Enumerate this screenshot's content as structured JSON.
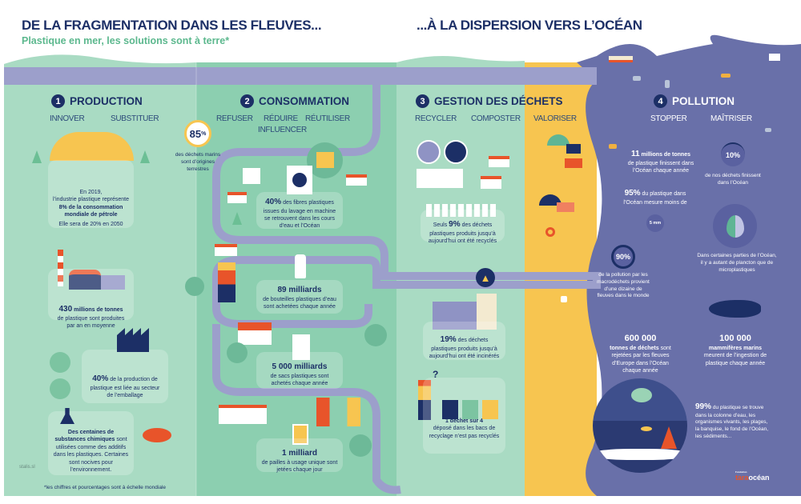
{
  "header": {
    "title_left": "DE LA FRAGMENTATION DANS LES FLEUVES...",
    "subtitle": "Plastique en mer, les solutions sont à terre*",
    "title_right": "...À LA DISPERSION VERS L’OCÉAN"
  },
  "sections": [
    {
      "num": "1",
      "title": "PRODUCTION",
      "verbs": [
        "INNOVER",
        "SUBSTITUER"
      ]
    },
    {
      "num": "2",
      "title": "CONSOMMATION",
      "verbs": [
        "REFUSER",
        "RÉDUIRE",
        "RÉUTILISER",
        "INFLUENCER"
      ]
    },
    {
      "num": "3",
      "title": "GESTION DES DÉCHETS",
      "verbs": [
        "RECYCLER",
        "COMPOSTER",
        "VALORISER"
      ]
    },
    {
      "num": "4",
      "title": "POLLUTION",
      "verbs": [
        "STOPPER",
        "MAÎTRISER"
      ]
    }
  ],
  "production": {
    "oil": {
      "l1": "En 2019,",
      "l2": "l’industrie plastique représente",
      "bold": "8% de la consommation mondiale de pétrole",
      "l3": "Elle sera de 20% en 2050"
    },
    "tons": {
      "bold": "430",
      "bold2": "millions de tonnes",
      "rest": "de plastique sont produites par an en moyenne"
    },
    "pack": {
      "bold": "40%",
      "rest": "de la production de plastique est liée au secteur de l’emballage"
    },
    "chem": {
      "bold": "Des centaines de substances chimiques",
      "rest": "sont utilisées comme des additifs dans les plastiques. Certaines sont nocives pour l’environnement."
    },
    "credit": "stalis.sl",
    "footnote": "*les chiffres et pourcentages sont à échelle mondiale"
  },
  "consommation": {
    "ring": {
      "value": "85",
      "unit": "%",
      "text": "des déchets marins sont d’origines terrestres",
      "fraction": 0.85
    },
    "fibres": {
      "bold": "40%",
      "rest": "des fibres plastiques issues du lavage en machine se retrouvent dans les cours d’eau et l’Océan"
    },
    "bottles": {
      "bold": "89 milliards",
      "rest": "de bouteilles plastiques d’eau sont achetées chaque année"
    },
    "bags": {
      "bold": "5 000 milliards",
      "rest": "de sacs plastiques sont achetés chaque année"
    },
    "straws": {
      "bold": "1 milliard",
      "rest": "de pailles à usage unique sont jetées chaque jour"
    }
  },
  "gestion": {
    "recycled": {
      "pre": "Seuls",
      "bold": "9%",
      "rest": "des déchets plastiques produits jusqu’à aujourd’hui ont été recyclés"
    },
    "incinerated": {
      "bold": "19%",
      "rest": "des déchets plastiques produits jusqu’à aujourd’hui ont été incinérés"
    },
    "bins": {
      "bold": "1 déchet sur 4",
      "rest": "déposé dans les bacs de recyclage n’est pas recyclés",
      "question": "?"
    }
  },
  "pollution": {
    "tons": {
      "bold": "11",
      "bold2": "millions de tonnes",
      "rest": "de plastique finissent dans l’Océan chaque année"
    },
    "ten": {
      "value": "10%",
      "text": "de nos déchets finissent dans l’Océan",
      "fraction": 0.1
    },
    "small": {
      "bold": "95%",
      "rest": "du plastique dans l’Océan mesure moins de",
      "size": "5 mm"
    },
    "plankton": {
      "text": "Dans certaines parties de l’Océan, il y a autant de plancton que de microplastiques"
    },
    "rivers": {
      "value": "90%",
      "text": "de la pollution par les macrodéchets provient d’une dizaine de fleuves dans le monde",
      "fraction": 0.9
    },
    "europe": {
      "bold": "600 000",
      "bold2": "tonnes de déchets",
      "rest": "sont rejetées par les fleuves d’Europe dans l’Océan chaque année"
    },
    "mammals": {
      "bold": "100 000",
      "bold2": "mammifères marins",
      "rest": "meurent de l’ingestion de plastique chaque année"
    },
    "column": {
      "bold": "99%",
      "rest": "du plastique se trouve dans la colonne d’eau, les organismes vivants, les plages, la banquise, le fond de l’Océan, les sédiments..."
    },
    "logo": {
      "brand": "tara",
      "brand2": "océan",
      "prefix": "Fondation"
    }
  },
  "colors": {
    "navy": "#1c2f66",
    "light_green": "#a9dbc3",
    "green": "#8ccfb0",
    "yellow": "#f7c550",
    "ocean": "#6970a9",
    "river": "#9c9fcb",
    "orange": "#e8542a"
  }
}
